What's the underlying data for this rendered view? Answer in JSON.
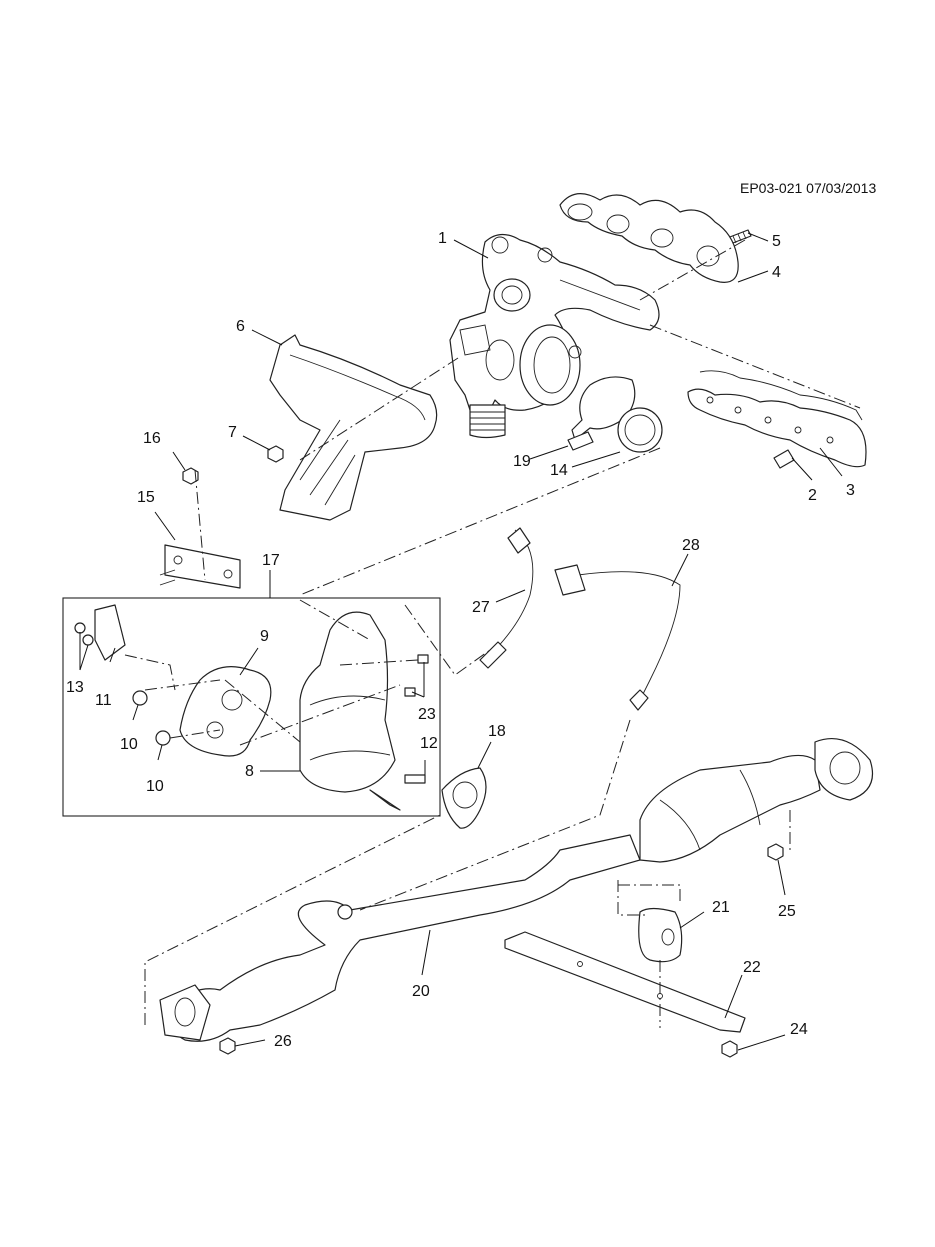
{
  "diagram": {
    "stamp": "EP03-021 07/03/2013",
    "callouts": [
      {
        "id": "c1",
        "label": "1"
      },
      {
        "id": "c2",
        "label": "2"
      },
      {
        "id": "c3",
        "label": "3"
      },
      {
        "id": "c4",
        "label": "4"
      },
      {
        "id": "c5",
        "label": "5"
      },
      {
        "id": "c6",
        "label": "6"
      },
      {
        "id": "c7",
        "label": "7"
      },
      {
        "id": "c8",
        "label": "8"
      },
      {
        "id": "c9",
        "label": "9"
      },
      {
        "id": "c10a",
        "label": "10"
      },
      {
        "id": "c10b",
        "label": "10"
      },
      {
        "id": "c11",
        "label": "11"
      },
      {
        "id": "c12",
        "label": "12"
      },
      {
        "id": "c13",
        "label": "13"
      },
      {
        "id": "c14",
        "label": "14"
      },
      {
        "id": "c15",
        "label": "15"
      },
      {
        "id": "c16",
        "label": "16"
      },
      {
        "id": "c17",
        "label": "17"
      },
      {
        "id": "c18",
        "label": "18"
      },
      {
        "id": "c19",
        "label": "19"
      },
      {
        "id": "c20",
        "label": "20"
      },
      {
        "id": "c21",
        "label": "21"
      },
      {
        "id": "c22",
        "label": "22"
      },
      {
        "id": "c23",
        "label": "23"
      },
      {
        "id": "c24",
        "label": "24"
      },
      {
        "id": "c25",
        "label": "25"
      },
      {
        "id": "c26",
        "label": "26"
      },
      {
        "id": "c27",
        "label": "27"
      },
      {
        "id": "c28",
        "label": "28"
      }
    ]
  }
}
